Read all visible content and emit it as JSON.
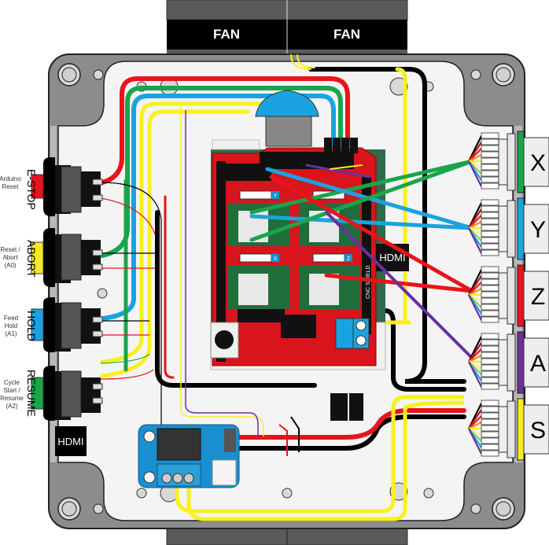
{
  "diagram": {
    "title": "CNC controller enclosure wiring",
    "fans": [
      {
        "label": "FAN"
      },
      {
        "label": "FAN"
      }
    ],
    "buttons": [
      {
        "name": "E-STOP",
        "desc_lines": [
          "Arduino",
          "Reset"
        ],
        "color": "#e8141c"
      },
      {
        "name": "ABORT",
        "desc_lines": [
          "Reset /",
          "Abort",
          "(A0)"
        ],
        "color": "#f4ea2a"
      },
      {
        "name": "HOLD",
        "desc_lines": [
          "Feed",
          "Hold",
          "(A1)"
        ],
        "color": "#1aa3e0"
      },
      {
        "name": "RESUME",
        "desc_lines": [
          "Cycle",
          "Start /",
          "Resume",
          "(A2)"
        ],
        "color": "#1aa54a"
      }
    ],
    "hdmi_left": "HDMI",
    "hdmi_board": "HDMI",
    "connectors": [
      {
        "label": "X",
        "color": "#1aa54a"
      },
      {
        "label": "Y",
        "color": "#1aa3e0"
      },
      {
        "label": "Z",
        "color": "#e8141c"
      },
      {
        "label": "A",
        "color": "#6b2fa0"
      },
      {
        "label": "S",
        "color": "#f4ea2a"
      }
    ],
    "shield": {
      "label": "CNC SHIELD",
      "driver_labels": [
        "Y",
        "X",
        "Z"
      ]
    },
    "colors": {
      "enclosure": "#8c8c8c",
      "enclosure_inner": "#f4f4f4",
      "shield_red": "#d8141c",
      "driver_green": "#1f6e3c",
      "relay_blue": "#1a8fd0",
      "wire_red": "#e8141c",
      "wire_green": "#1aa54a",
      "wire_blue": "#1aa3e0",
      "wire_yellow": "#f8f01c",
      "wire_black": "#000000",
      "wire_purple": "#6b2fa0"
    }
  }
}
